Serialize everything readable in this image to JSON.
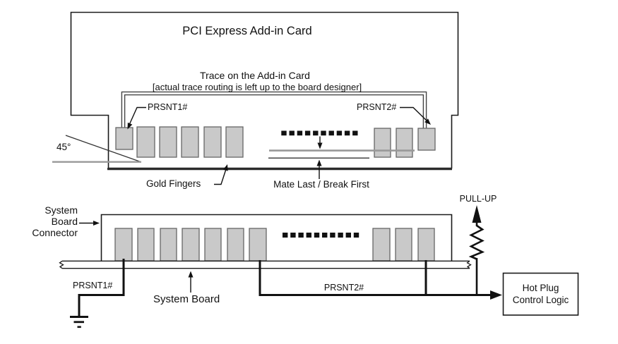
{
  "figure": {
    "card_title": "PCI Express Add-in Card",
    "trace_label": "Trace on the Add-in Card",
    "trace_note": "[actual trace routing is left up to the board designer]",
    "prsnt1_top_label": "PRSNT1#",
    "prsnt2_top_label": "PRSNT2#",
    "angle_label": "45°",
    "gold_fingers_label": "Gold Fingers",
    "mate_label": "Mate Last / Break First",
    "connector_label_lines": [
      "System",
      "Board",
      "Connector"
    ],
    "prsnt1_bottom_label": "PRSNT1#",
    "system_board_label": "System Board",
    "prsnt2_bottom_label": "PRSNT2#",
    "pullup_label": "PULL-UP",
    "hotplug_box_lines": [
      "Hot Plug",
      "Control Logic"
    ],
    "colors": {
      "background": "#ffffff",
      "finger_fill": "#c9c9c9",
      "finger_stroke": "#666666",
      "outline": "#1a1a1a",
      "thick_edge": "#2b2b2b",
      "gray_annotation_line": "#999999",
      "trace_line": "#444444",
      "text": "#111111"
    }
  }
}
